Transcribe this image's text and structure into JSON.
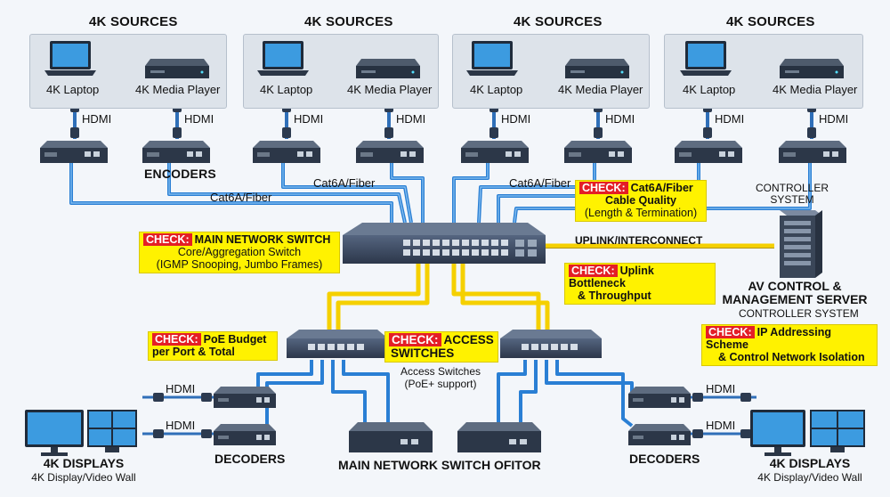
{
  "sources": [
    {
      "title": "4K SOURCES",
      "laptop": "4K Laptop",
      "player": "4K Media Player",
      "hdmi1": "HDMI",
      "hdmi2": "HDMI"
    },
    {
      "title": "4K SOURCES",
      "laptop": "4K Laptop",
      "player": "4K Media Player",
      "hdmi1": "HDMI",
      "hdmi2": "HDMI"
    },
    {
      "title": "4K SOURCES",
      "laptop": "4K Laptop",
      "player": "4K Media Player",
      "hdmi1": "HDMI",
      "hdmi2": "HDMI"
    },
    {
      "title": "4K SOURCES",
      "laptop": "4K Laptop",
      "player": "4K Media Player",
      "hdmi1": "HDMI",
      "hdmi2": "HDMI"
    }
  ],
  "labels": {
    "encoders": "ENCODERS",
    "cat6a_left": "Cat6A/Fiber",
    "cat6a_mid": "Cat6A/Fiber",
    "cat6a_right": "Cat6A/Fiber",
    "uplink": "UPLINK/INTERCONNECT",
    "controller_top_1": "CONTROLLER",
    "controller_top_2": "SYSTEM",
    "server_title_1": "AV CONTROL &",
    "server_title_2": "MANAGEMENT SERVER",
    "server_sub": "CONTROLLER SYSTEM",
    "access_sub_1": "Access Switches",
    "access_sub_2": "(PoE+ support)",
    "hdmi_l1": "HDMI",
    "hdmi_l2": "HDMI",
    "hdmi_r1": "HDMI",
    "hdmi_r2": "HDMI",
    "decoders_left": "DECODERS",
    "decoders_right": "DECODERS",
    "bottom_center": "MAIN NETWORK SWITCH OFITOR",
    "displays_left_1": "4K DISPLAYS",
    "displays_left_2": "4K Display/Video Wall",
    "displays_right_1": "4K DISPLAYS",
    "displays_right_2": "4K Display/Video Wall"
  },
  "callouts": {
    "check_word": "CHECK:",
    "main_switch": {
      "title": "MAIN NETWORK SWITCH",
      "line2": "Core/Aggregation Switch",
      "line3": "(IGMP Snooping, Jumbo Frames)"
    },
    "cable": {
      "title": "Cat6A/Fiber",
      "line2": "Cable Quality",
      "line3": "(Length & Termination)"
    },
    "uplink": {
      "title": "Uplink Bottleneck",
      "line2": "& Throughput"
    },
    "poe": {
      "title": "PoE Budget",
      "line2": "per Port & Total"
    },
    "access": {
      "title": "ACCESS",
      "line2": "SWITCHES"
    },
    "ip": {
      "title": "IP Addressing Scheme",
      "line2": "& Control Network Isolation"
    }
  },
  "colors": {
    "cable_blue": "#2a7fd4",
    "uplink_yellow": "#f5d000",
    "check_red": "#e41e26",
    "callout_yellow": "#fff200",
    "device_dark": "#3d4a5c",
    "panel_gray": "#dde3ea"
  }
}
